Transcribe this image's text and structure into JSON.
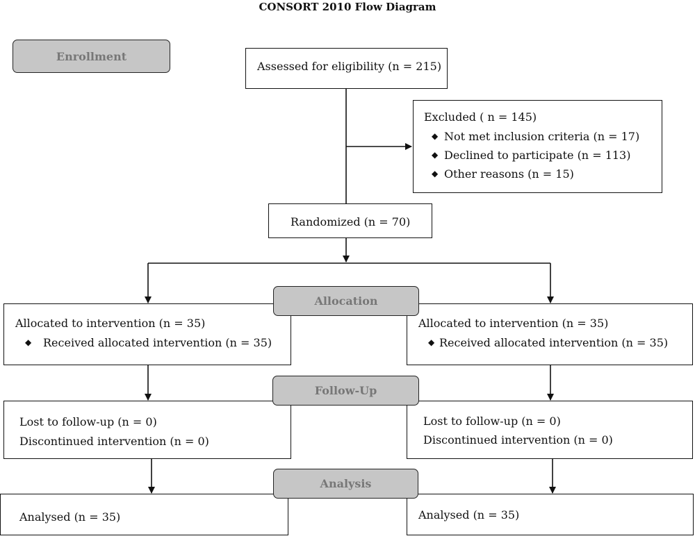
{
  "title": "CONSORT 2010 Flow Diagram",
  "stages": {
    "enrollment": "Enrollment",
    "allocation": "Allocation",
    "followup": "Follow-Up",
    "analysis": "Analysis"
  },
  "assessed": "Assessed for eligibility (n = 215)",
  "excluded": {
    "title": "Excluded ( n = 145)",
    "items": [
      "Not met inclusion criteria (n = 17)",
      "Declined to participate (n = 113)",
      "Other reasons (n = 15)"
    ]
  },
  "randomized": "Randomized (n = 70)",
  "allocation": {
    "left": {
      "line1": "Allocated to intervention (n = 35)",
      "item": "Received allocated intervention (n = 35)"
    },
    "right": {
      "line1": "Allocated to intervention (n = 35)",
      "item": "Received allocated intervention (n = 35)"
    }
  },
  "followup": {
    "left": {
      "lost": "Lost to follow-up (n = 0)",
      "discontinued": "Discontinued intervention (n = 0)"
    },
    "right": {
      "lost": "Lost to follow-up (n = 0)",
      "discontinued": "Discontinued intervention (n = 0)"
    }
  },
  "analysis": {
    "left": "Analysed (n = 35)",
    "right": "Analysed (n = 35)"
  },
  "bullet_symbol": "◆"
}
